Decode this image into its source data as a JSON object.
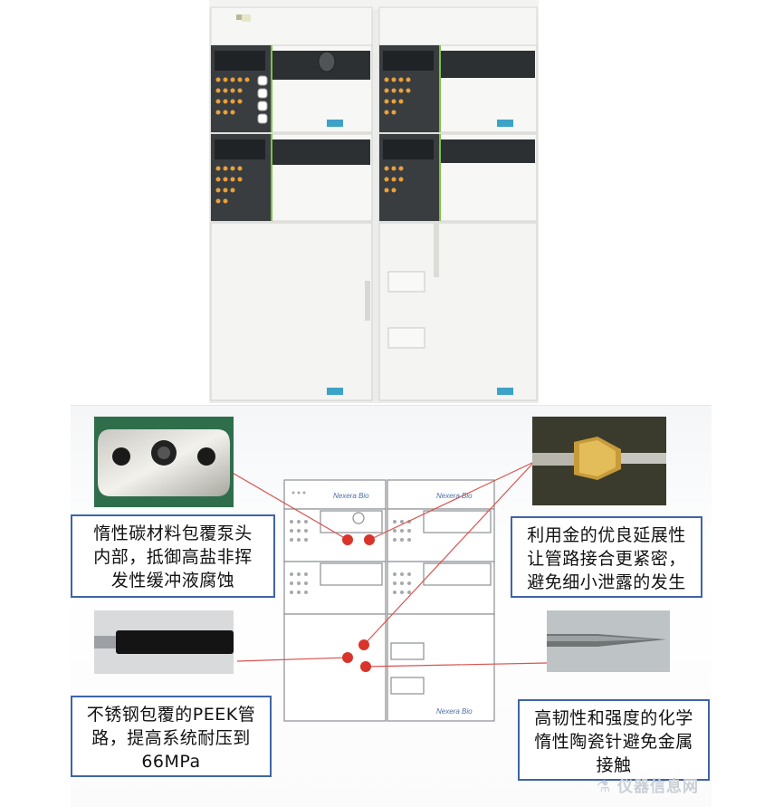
{
  "callouts": {
    "pump_head": {
      "lines": [
        "惰性碳材料包覆泵头",
        "内部，抵御高盐非挥",
        "发性缓冲液腐蚀"
      ]
    },
    "gold_fitting": {
      "lines": [
        "利用金的优良延展性",
        "让管路接合更紧密，",
        "避免细小泄露的发生"
      ]
    },
    "peek_tubing": {
      "lines": [
        "不锈钢包覆的PEEK管",
        "路，提高系统耐压到",
        "66MPa"
      ]
    },
    "ceramic_needle": {
      "lines": [
        "高韧性和强度的化学",
        "惰性陶瓷针避免金属",
        "接触"
      ]
    }
  },
  "brand_label": "Nexera Bio",
  "watermark": "仪器信息网",
  "colors": {
    "callout_border": "#3f64a8",
    "leader_line": "#d9534f",
    "marker_dot": "#d9342b"
  },
  "icons": {
    "pump_head_photo": "pump-head-photo",
    "gold_fitting_photo": "gold-fitting-photo",
    "peek_tubing_photo": "peek-tubing-photo",
    "ceramic_needle_photo": "ceramic-needle-photo",
    "watermark_logo": "instrument-logo-icon"
  }
}
